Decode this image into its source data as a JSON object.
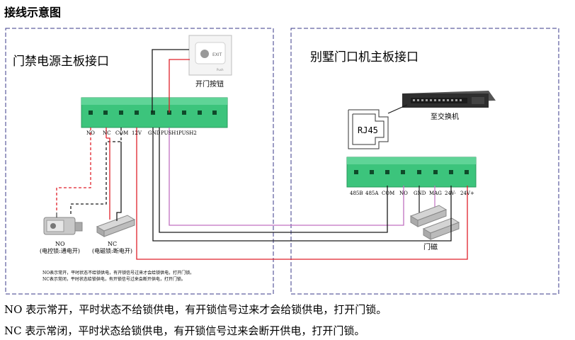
{
  "title": "接线示意图",
  "left_panel": {
    "title": "门禁电源主板接口",
    "button_label": "开门按钮",
    "terminals": [
      "NO",
      "NC",
      "COM",
      "12V",
      "GND",
      "PUSH1",
      "PUSH2"
    ],
    "lock_no_label": "NO",
    "lock_no_desc": "(电控锁:通电开)",
    "lock_nc_label": "NC",
    "lock_nc_desc": "(电磁锁:断电开)",
    "footnote_1": "NO表示常开，平时状态不给锁供电，有开锁信号过来才会给锁供电，打开门锁。",
    "footnote_2": "NC表示常闭，平时状态给锁供电，有开锁信号过来会断开供电，打开门锁。"
  },
  "right_panel": {
    "title": "别墅门口机主板接口",
    "rj45_label": "RJ45",
    "switch_label": "至交换机",
    "terminals": [
      "485B",
      "485A",
      "COM",
      "NO",
      "GND",
      "MAG",
      "24V-",
      "24V+"
    ],
    "sensor_label": "门磁"
  },
  "notes": [
    "NO 表示常开，平时状态不给锁供电，有开锁信号过来才会给锁供电，打开门锁。",
    "NC 表示常闭，平时状态给锁供电，有开锁信号过来会断开供电，打开门锁。"
  ],
  "colors": {
    "terminal_green": "#3cc47c",
    "wire_red": "#e0202a",
    "wire_black": "#1a1a1a",
    "wire_purple": "#c070c0",
    "panel_border": "#3a3a8a"
  }
}
